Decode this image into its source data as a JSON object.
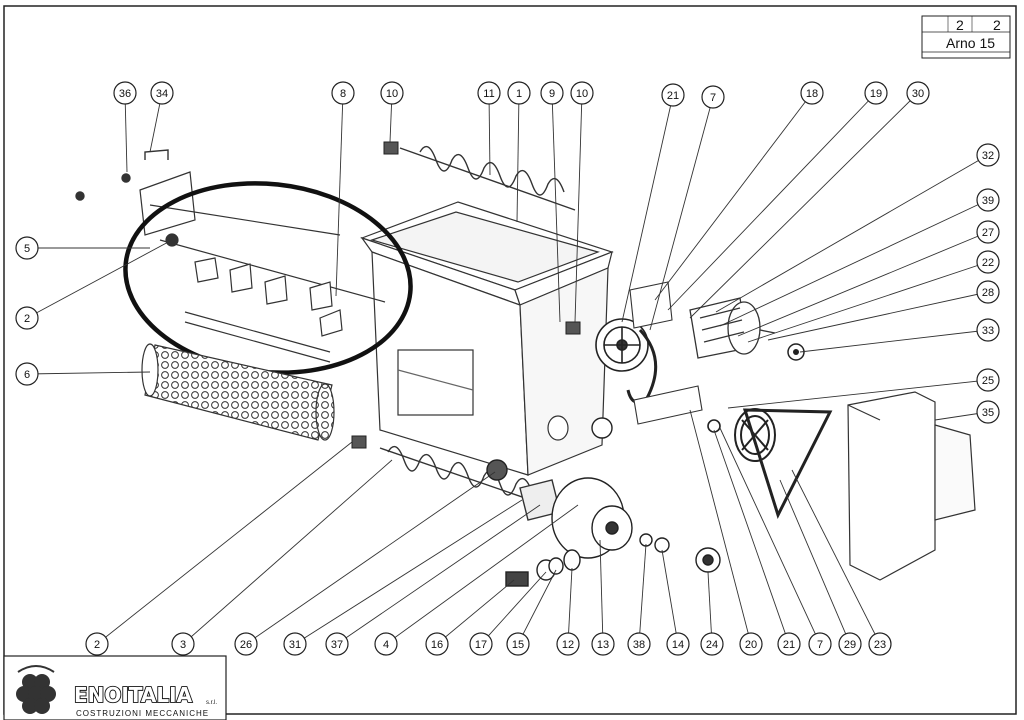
{
  "title_block": {
    "sheet_number": "2",
    "sheet_total": "2",
    "model": "Arno 15"
  },
  "logo": {
    "brand": "ENOITALIA",
    "brand_suffix": "s.r.l.",
    "tagline": "COSTRUZIONI MECCANICHE"
  },
  "callouts": [
    {
      "id": "c36a",
      "label": "36"
    },
    {
      "id": "c34",
      "label": "34"
    },
    {
      "id": "c8",
      "label": "8"
    },
    {
      "id": "c10a",
      "label": "10"
    },
    {
      "id": "c11",
      "label": "11"
    },
    {
      "id": "c1",
      "label": "1"
    },
    {
      "id": "c9",
      "label": "9"
    },
    {
      "id": "c10b",
      "label": "10"
    },
    {
      "id": "c21a",
      "label": "21"
    },
    {
      "id": "c7a",
      "label": "7"
    },
    {
      "id": "c18",
      "label": "18"
    },
    {
      "id": "c19",
      "label": "19"
    },
    {
      "id": "c30",
      "label": "30"
    },
    {
      "id": "c32",
      "label": "32"
    },
    {
      "id": "c39",
      "label": "39"
    },
    {
      "id": "c27",
      "label": "27"
    },
    {
      "id": "c22",
      "label": "22"
    },
    {
      "id": "c28",
      "label": "28"
    },
    {
      "id": "c33",
      "label": "33"
    },
    {
      "id": "c25",
      "label": "25"
    },
    {
      "id": "c35",
      "label": "35"
    },
    {
      "id": "c5",
      "label": "5"
    },
    {
      "id": "c2a",
      "label": "2"
    },
    {
      "id": "c6",
      "label": "6"
    },
    {
      "id": "c2b",
      "label": "2"
    },
    {
      "id": "c3",
      "label": "3"
    },
    {
      "id": "c26",
      "label": "26"
    },
    {
      "id": "c31",
      "label": "31"
    },
    {
      "id": "c37",
      "label": "37"
    },
    {
      "id": "c4",
      "label": "4"
    },
    {
      "id": "c16",
      "label": "16"
    },
    {
      "id": "c17",
      "label": "17"
    },
    {
      "id": "c15",
      "label": "15"
    },
    {
      "id": "c12",
      "label": "12"
    },
    {
      "id": "c13",
      "label": "13"
    },
    {
      "id": "c38",
      "label": "38"
    },
    {
      "id": "c14",
      "label": "14"
    },
    {
      "id": "c24",
      "label": "24"
    },
    {
      "id": "c20",
      "label": "20"
    },
    {
      "id": "c21b",
      "label": "21"
    },
    {
      "id": "c7b",
      "label": "7"
    },
    {
      "id": "c29",
      "label": "29"
    },
    {
      "id": "c23",
      "label": "23"
    }
  ]
}
